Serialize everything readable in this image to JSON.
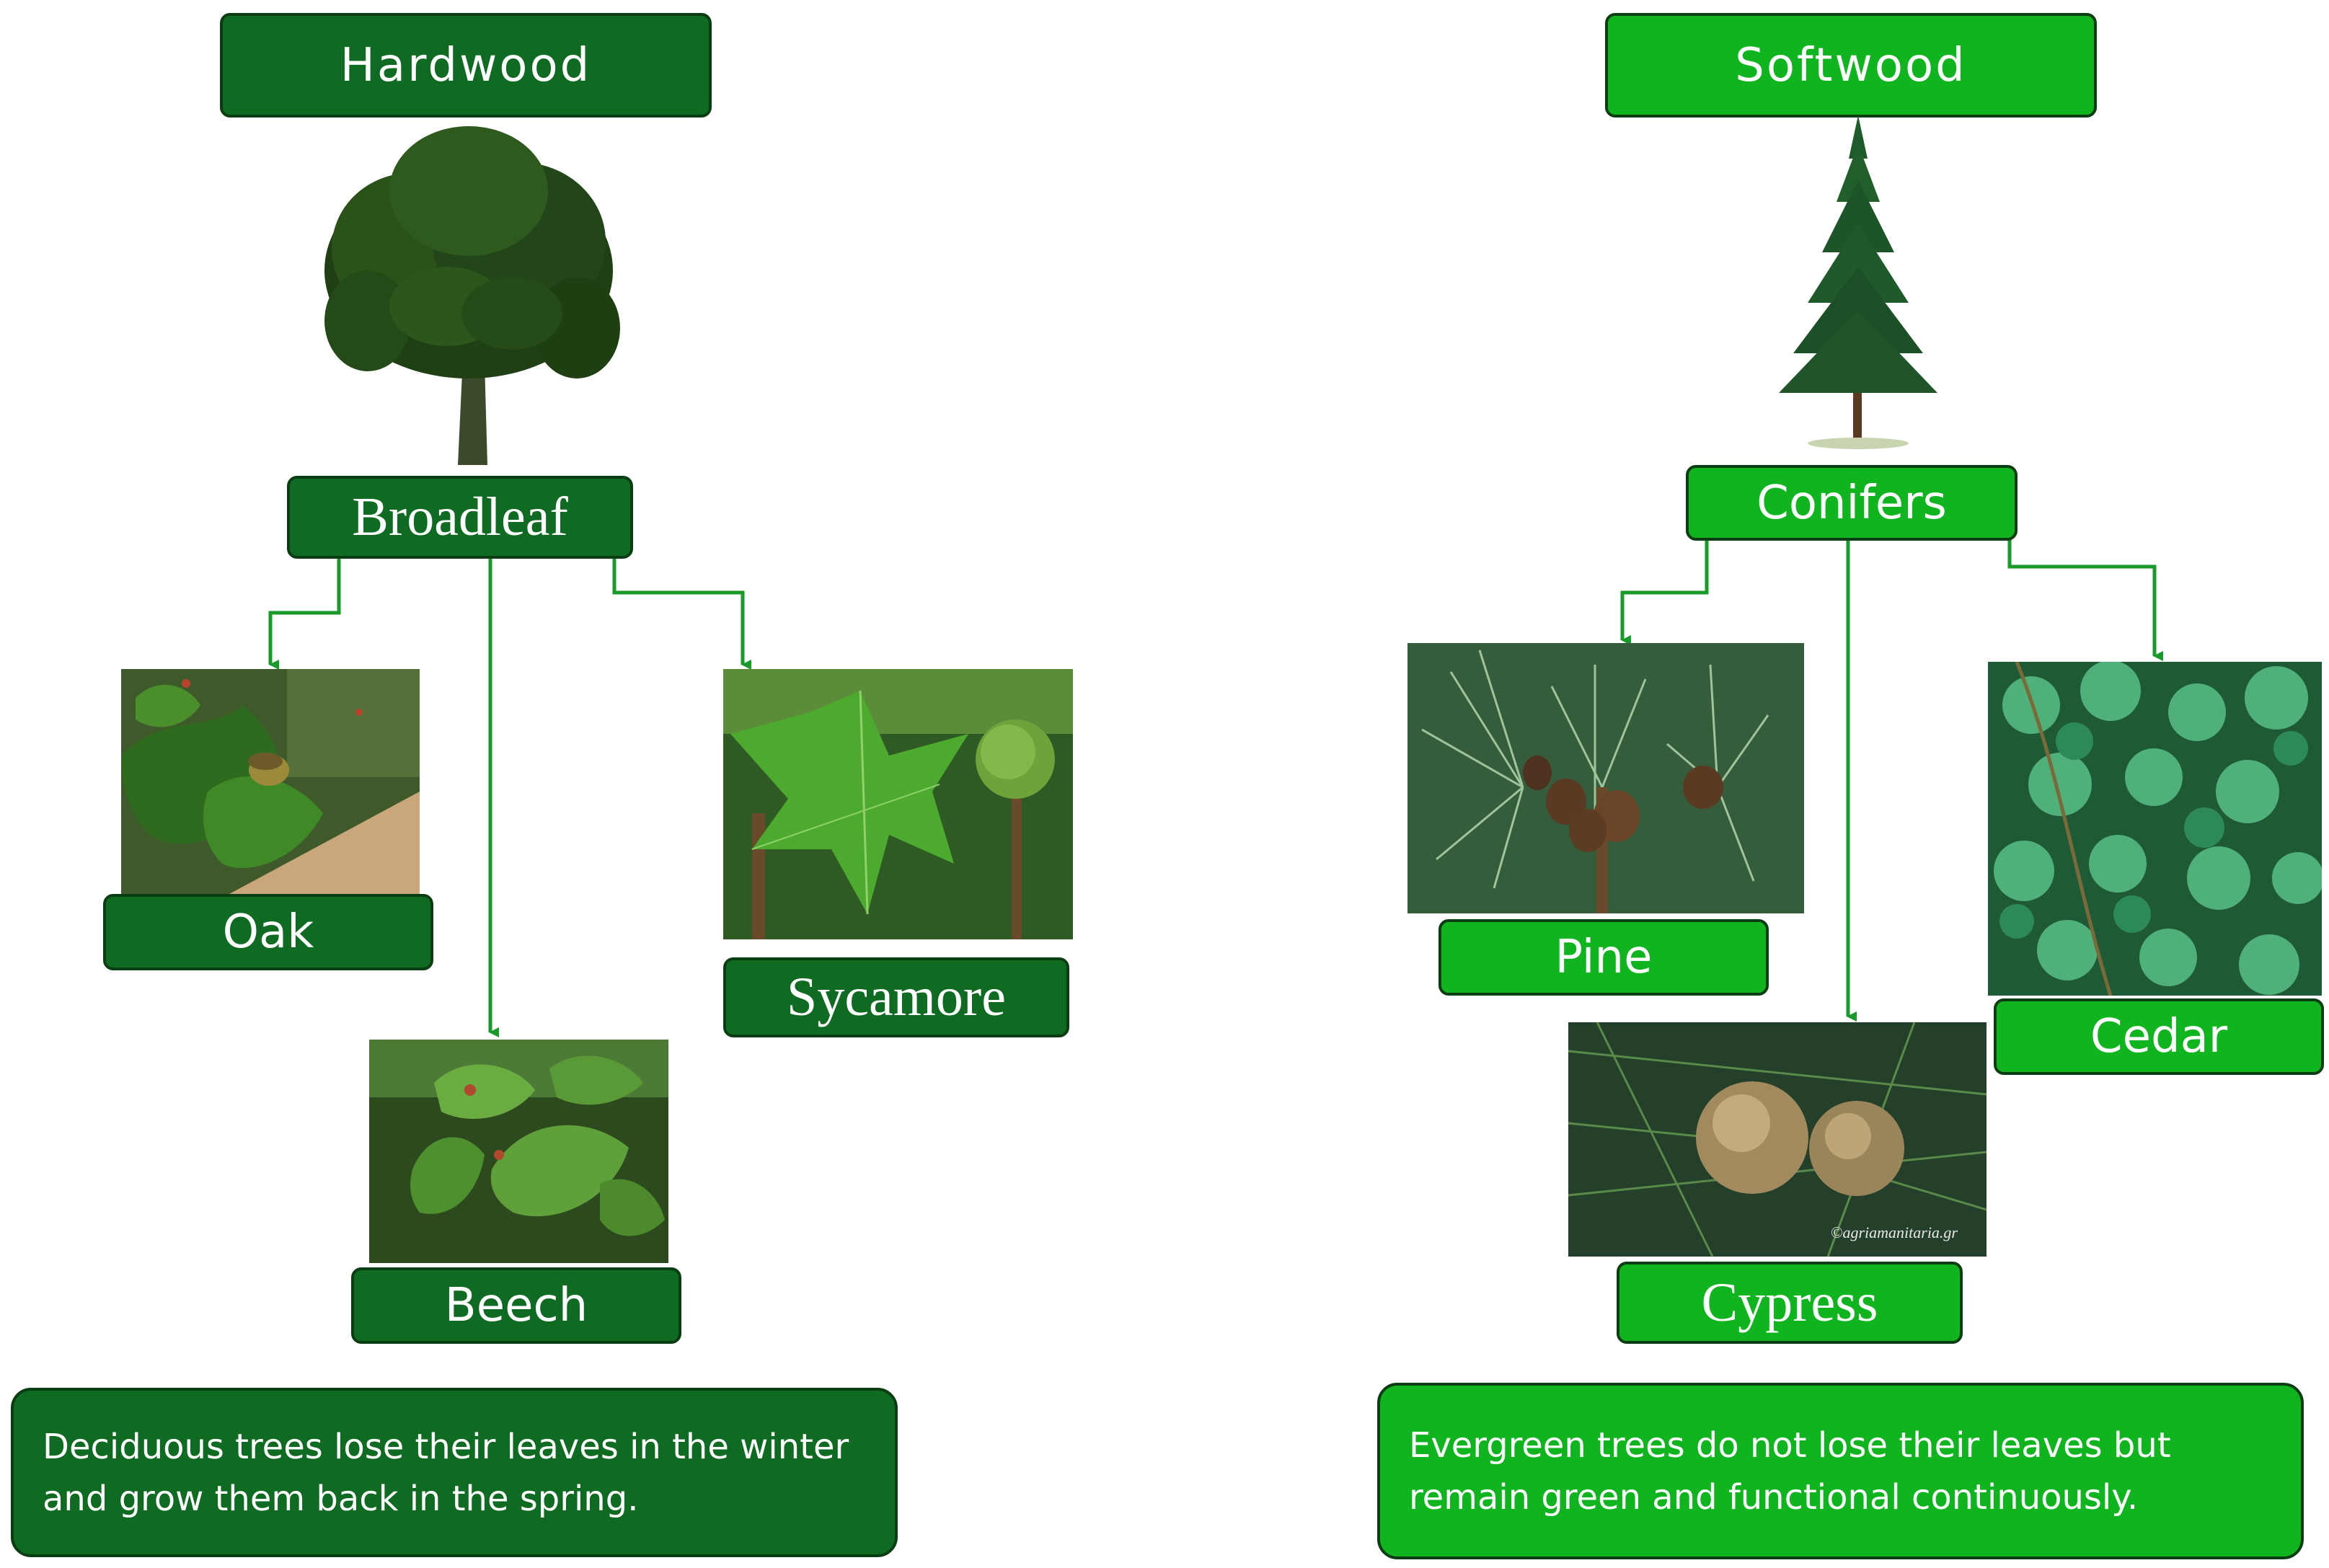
{
  "left": {
    "category": "Hardwood",
    "group": "Broadleaf",
    "species": [
      {
        "name": "Oak",
        "image": "oak-leaves-acorn"
      },
      {
        "name": "Beech",
        "image": "beech-leaves"
      },
      {
        "name": "Sycamore",
        "image": "sycamore-leaf-fruit"
      }
    ],
    "note": "Deciduous trees lose their leaves in the winter and grow them back in the spring."
  },
  "right": {
    "category": "Softwood",
    "group": "Conifers",
    "species": [
      {
        "name": "Pine",
        "image": "pine-needles-cones"
      },
      {
        "name": "Cypress",
        "image": "cypress-cones",
        "watermark": "©agriamanitaria.gr"
      },
      {
        "name": "Cedar",
        "image": "cedar-needles"
      }
    ],
    "note": "Evergreen trees do not lose their leaves but remain green and functional continuously."
  },
  "colors": {
    "hardwood_green": "#0f6b21",
    "softwood_green": "#10b41f",
    "arrow_green": "#1a9a2a",
    "border": "#0b3d12"
  },
  "icons": [
    "broadleaf-tree-icon",
    "conifer-tree-icon"
  ]
}
